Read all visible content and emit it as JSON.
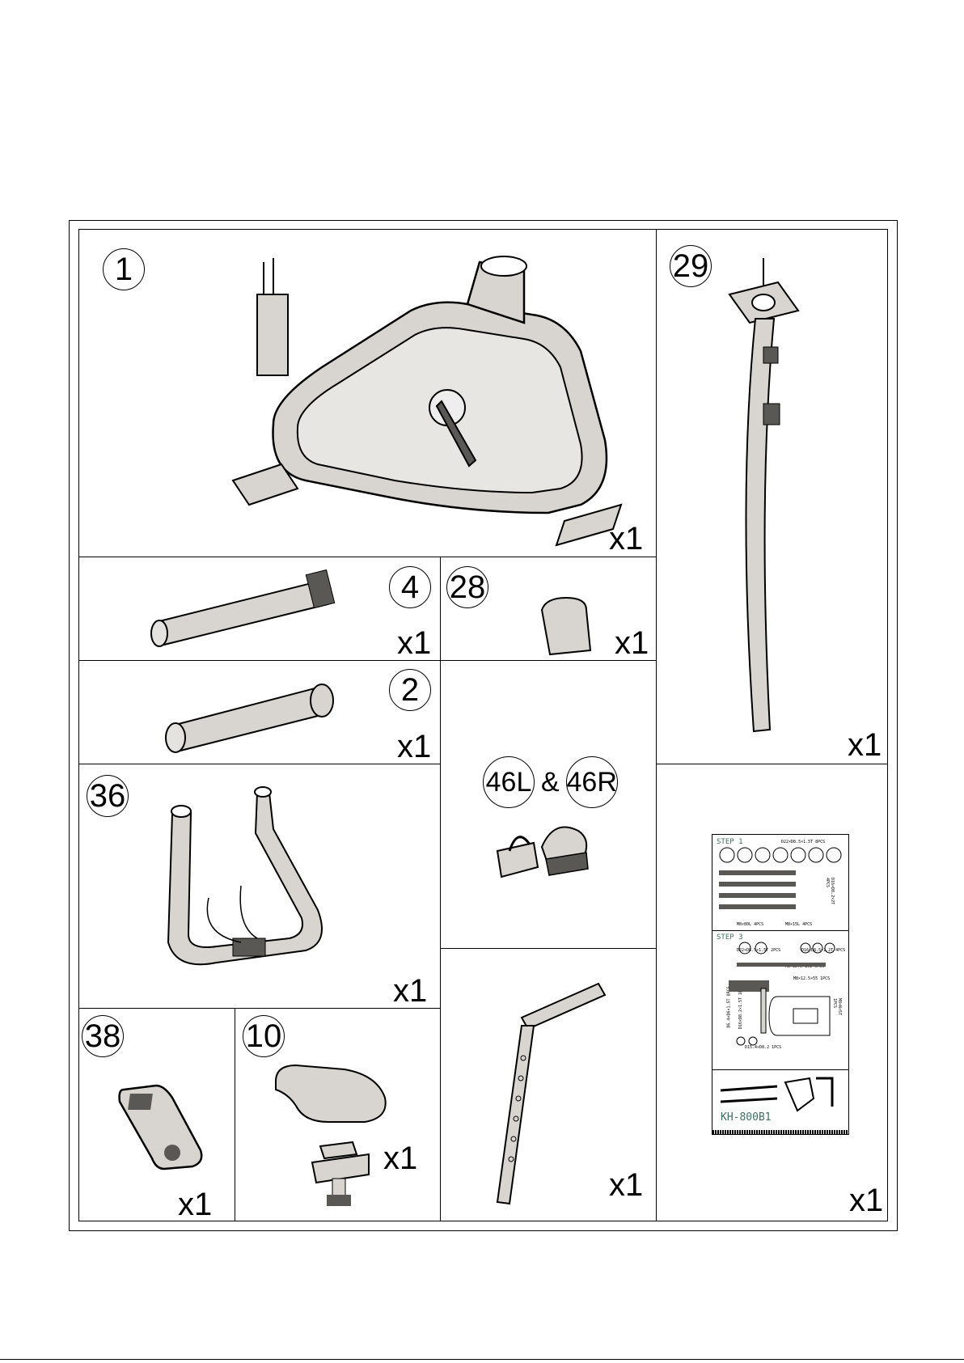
{
  "parts": {
    "p1": {
      "label": "1",
      "qty": "x1"
    },
    "p29": {
      "label": "29",
      "qty": "x1"
    },
    "p4": {
      "label": "4",
      "qty": "x1"
    },
    "p28": {
      "label": "28",
      "qty": "x1"
    },
    "p2": {
      "label": "2",
      "qty": "x1"
    },
    "p36": {
      "label": "36",
      "qty": "x1"
    },
    "p46": {
      "left": "46L",
      "and": "&",
      "right": "46R"
    },
    "p38": {
      "label": "38",
      "qty": "x1"
    },
    "p10": {
      "label": "10",
      "qty": "x1"
    },
    "post": {
      "qty": "x1"
    },
    "hardware": {
      "qty": "x1",
      "step1": "STEP 1",
      "step3": "STEP 3",
      "model": "KH-800B1",
      "captions": [
        "D22×D8.5×1.5T 8PCS",
        "M8×80L 4PCS",
        "M8×15L 4PCS",
        "D16×D8.2×2T 4PCS",
        "D22×D8.5×1.5T 2PCS",
        "D16×D8.5×1.2T 4PCS",
        "M8×12.5×15L 6PCS",
        "M8×12.5×55 1PCS",
        "D15.4×D8.2 1PCS",
        "M8×N×5T 1PCS",
        "D6.4×D6×1.5T 8PCS",
        "D16×D8.2×1.5T 1PCS"
      ]
    }
  },
  "colors": {
    "line": "#000000",
    "part_fill": "#d8d5d0",
    "part_dark": "#5a5855",
    "label_green": "#3f6e5f"
  }
}
